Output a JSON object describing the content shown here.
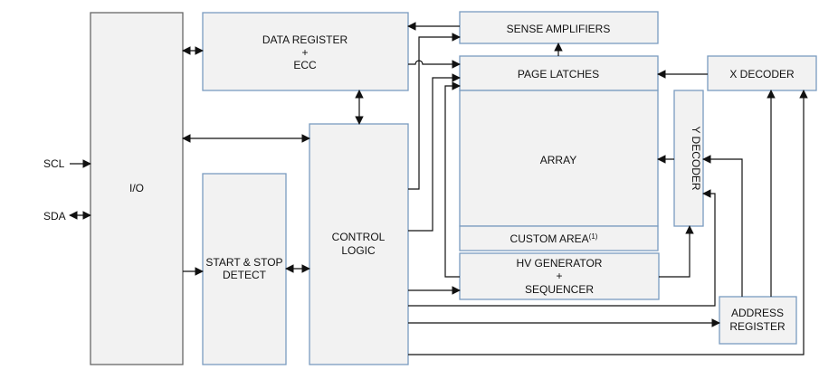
{
  "blocks": {
    "io": "I/O",
    "data_register": [
      "DATA REGISTER",
      "+",
      "ECC"
    ],
    "sense_amplifiers": "SENSE AMPLIFIERS",
    "page_latches": "PAGE LATCHES",
    "x_decoder": "X DECODER",
    "array": "ARRAY",
    "y_decoder": "Y DECODER",
    "custom_area": "CUSTOM AREA",
    "custom_area_note": "(1)",
    "hv_generator": [
      "HV GENERATOR",
      "+",
      "SEQUENCER"
    ],
    "start_stop": [
      "START & STOP",
      "DETECT"
    ],
    "control_logic": [
      "CONTROL",
      "LOGIC"
    ],
    "address_register": [
      "ADDRESS",
      "REGISTER"
    ]
  },
  "signals": {
    "scl": "SCL",
    "sda": "SDA"
  },
  "colors": {
    "box_fill": "#f2f2f2",
    "box_border": "#7a9cc0",
    "line": "#111111"
  }
}
